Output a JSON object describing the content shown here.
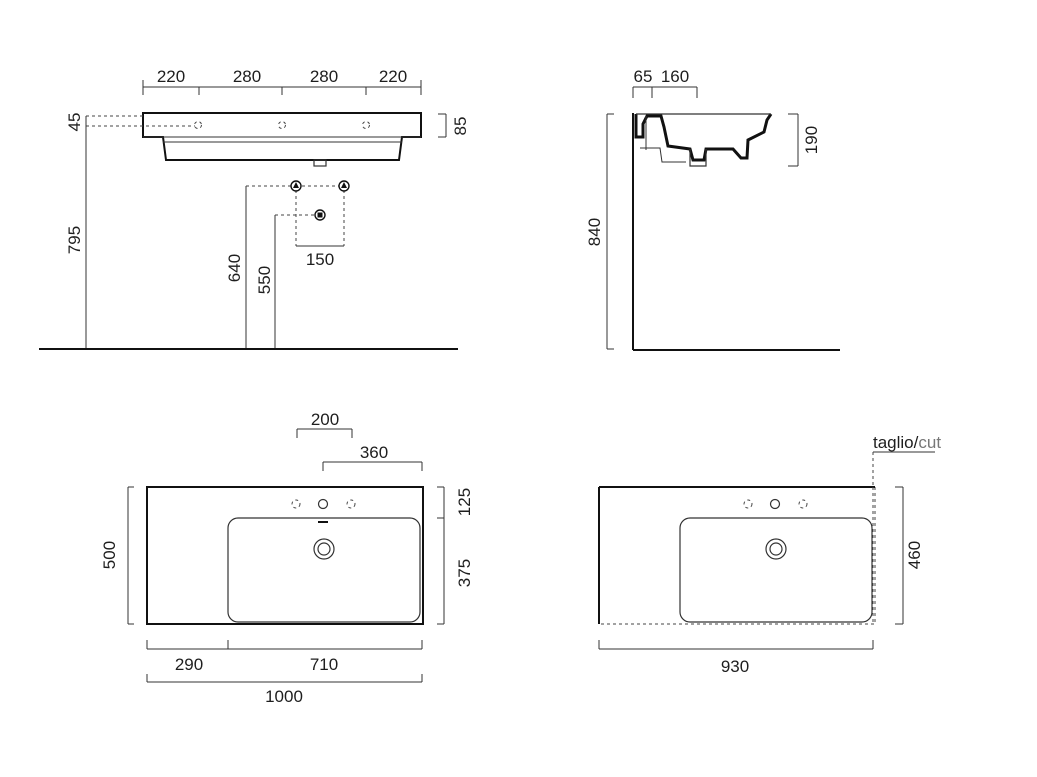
{
  "front_view": {
    "top_dims": [
      "220",
      "280",
      "280",
      "220"
    ],
    "lip_depth": "45",
    "basin_height": "85",
    "overflow_height": "795",
    "supply_height": "640",
    "waste_height": "550",
    "supply_spacing": "150"
  },
  "side_view": {
    "wall_offset": "65",
    "drain_offset": "160",
    "basin_depth": "190",
    "total_height": "840"
  },
  "plan_view": {
    "tap_spacing": "200",
    "tap_from_right": "360",
    "depth": "500",
    "tap_row_depth": "125",
    "bowl_depth": "375",
    "left_shelf": "290",
    "bowl_width": "710",
    "total_width": "1000"
  },
  "cut_view": {
    "label_main": "taglio/",
    "label_accent": "cut",
    "depth": "460",
    "width": "930"
  }
}
